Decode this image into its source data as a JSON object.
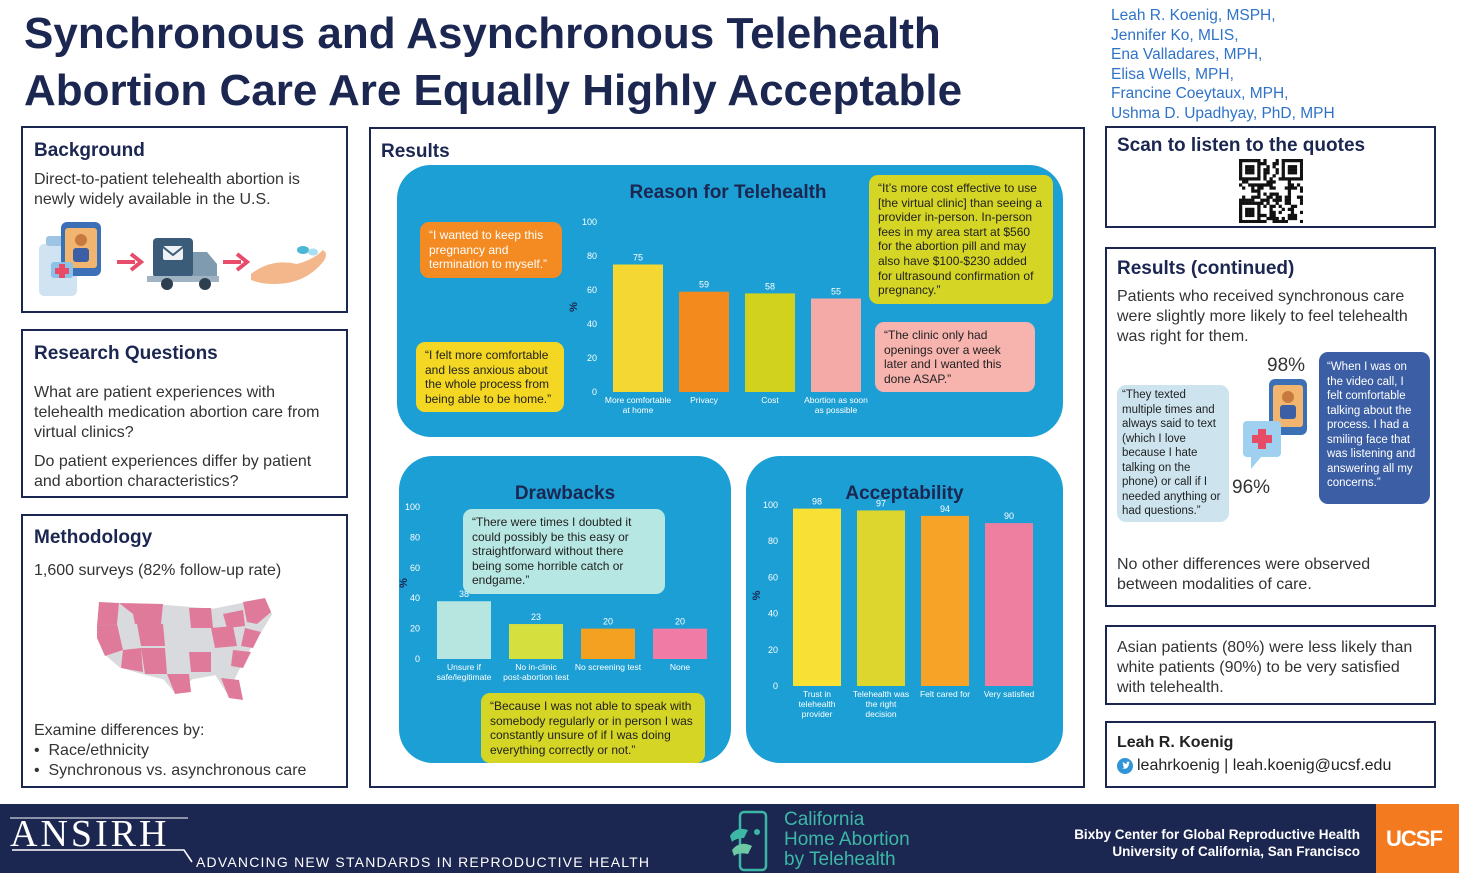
{
  "title": {
    "line1": "Synchronous and Asynchronous Telehealth",
    "line2": "Abortion Care Are Equally Highly Acceptable"
  },
  "authors": [
    "Leah R. Koenig, MSPH,",
    "Jennifer Ko, MLIS,",
    "Ena Valladares, MPH,",
    "Elisa Wells, MPH,",
    "Francine Coeytaux, MPH,",
    "Ushma D. Upadhyay, PhD, MPH"
  ],
  "background": {
    "heading": "Background",
    "text": "Direct-to-patient telehealth abortion is newly widely available in the U.S."
  },
  "research_questions": {
    "heading": "Research Questions",
    "q1": "What are patient experiences with telehealth medication abortion care from virtual clinics?",
    "q2": "Do patient experiences differ by patient and abortion characteristics?"
  },
  "methodology": {
    "heading": "Methodology",
    "surveys": "1,600 surveys (82% follow-up rate)",
    "examine": "Examine differences by:",
    "bullets": [
      "Race/ethnicity",
      "Synchronous vs. asynchronous care"
    ]
  },
  "results": {
    "heading": "Results",
    "reason_quotes": {
      "q1": "“I wanted to keep this pregnancy and termination to myself.”",
      "q2": "“I felt more comfortable and less anxious about the whole process from being able to be home.”",
      "q3": "“It’s more cost effective to use [the virtual clinic] than seeing a provider in-person. In-person fees in my area start at $560 for the abortion pill and may also have $100-$230 added for ultrasound confirmation of pregnancy.”",
      "q4": "“The clinic only had openings over a week later and I wanted this done ASAP.”"
    },
    "drawback_quotes": {
      "q1": "“There were times I doubted it could possibly be this easy or straightforward without there being some horrible catch or endgame.”",
      "q2": "“Because I was not able to speak with somebody regularly or in person I was constantly unsure of if I was doing everything correctly or not.”"
    }
  },
  "qr": {
    "heading": "Scan to listen to the quotes"
  },
  "results_continued": {
    "heading": "Results (continued)",
    "text1": "Patients who received synchronous care were slightly more likely to feel telehealth was right for them.",
    "pct_sync": "98%",
    "pct_async": "96%",
    "quote_async": "“They texted multiple times and always said to text (which I love because I hate talking on the phone) or call if I needed anything  or had questions.”",
    "quote_sync": "“When I was on the video call, I felt comfortable talking about the process. I had a smiling face that was listening and answering all my concerns.”",
    "text2": "No other differences were observed between modalities of care."
  },
  "asian_note": "Asian patients (80%) were less likely than white patients (90%) to be very satisfied with telehealth.",
  "contact": {
    "name": "Leah R. Koenig",
    "line": "leahrkoenig | leah.koenig@ucsf.edu"
  },
  "footer": {
    "ansirh_logo": "ANSIRH",
    "ansirh_tagline": "ADVANCING NEW STANDARDS IN REPRODUCTIVE HEALTH",
    "ca_line1": "California",
    "ca_line2": "Home Abortion",
    "ca_line3": "by Telehealth",
    "bixby1": "Bixby Center for Global Reproductive Health",
    "bixby2": "University of California, San Francisco",
    "ucsf": "UCSF"
  },
  "colors": {
    "navy": "#1b2651",
    "panel_blue": "#1b9fd4",
    "author_blue": "#2f73c8",
    "ucsf_orange": "#f47a20"
  },
  "chart_data": [
    {
      "type": "bar",
      "title": "Reason for Telehealth",
      "ylabel": "%",
      "ylim": [
        0,
        100
      ],
      "yticks": [
        0,
        20,
        40,
        60,
        80,
        100
      ],
      "categories": [
        "More comfortable at home",
        "Privacy",
        "Cost",
        "Abortion as soon as possible"
      ],
      "tick_labels": [
        [
          "More comfortable",
          "at home"
        ],
        [
          "Privacy"
        ],
        [
          "Cost"
        ],
        [
          "Abortion as soon",
          "as possible"
        ]
      ],
      "values": [
        75,
        59,
        58,
        55
      ],
      "colors": [
        "#f4d733",
        "#f28a1e",
        "#d0d21e",
        "#f4aaa7"
      ]
    },
    {
      "type": "bar",
      "title": "Drawbacks",
      "ylabel": "%",
      "ylim": [
        0,
        100
      ],
      "yticks": [
        0,
        20,
        40,
        60,
        80,
        100
      ],
      "categories": [
        "Unsure if safe/legitimate",
        "No in-clinic post-abortion test",
        "No screening test",
        "None"
      ],
      "tick_labels": [
        [
          "Unsure if",
          "safe/legitimate"
        ],
        [
          "No in-clinic",
          "post-abortion test"
        ],
        [
          "No screening test"
        ],
        [
          "None"
        ]
      ],
      "values": [
        38,
        23,
        20,
        20
      ],
      "colors": [
        "#b7e6e1",
        "#d5df3e",
        "#f4a021",
        "#f07ca5"
      ]
    },
    {
      "type": "bar",
      "title": "Acceptability",
      "ylabel": "%",
      "ylim": [
        0,
        100
      ],
      "yticks": [
        0,
        20,
        40,
        60,
        80,
        100
      ],
      "categories": [
        "Trust in telehealth provider",
        "Telehealth was the right decision",
        "Felt cared for",
        "Very satisfied"
      ],
      "tick_labels": [
        [
          "Trust in",
          "telehealth",
          "provider"
        ],
        [
          "Telehealth was",
          "the right",
          "decision"
        ],
        [
          "Felt cared for"
        ],
        [
          "Very satisfied"
        ]
      ],
      "values": [
        98,
        97,
        94,
        90
      ],
      "colors": [
        "#f9e034",
        "#dcd62e",
        "#f7a327",
        "#ee7fa1"
      ]
    }
  ]
}
